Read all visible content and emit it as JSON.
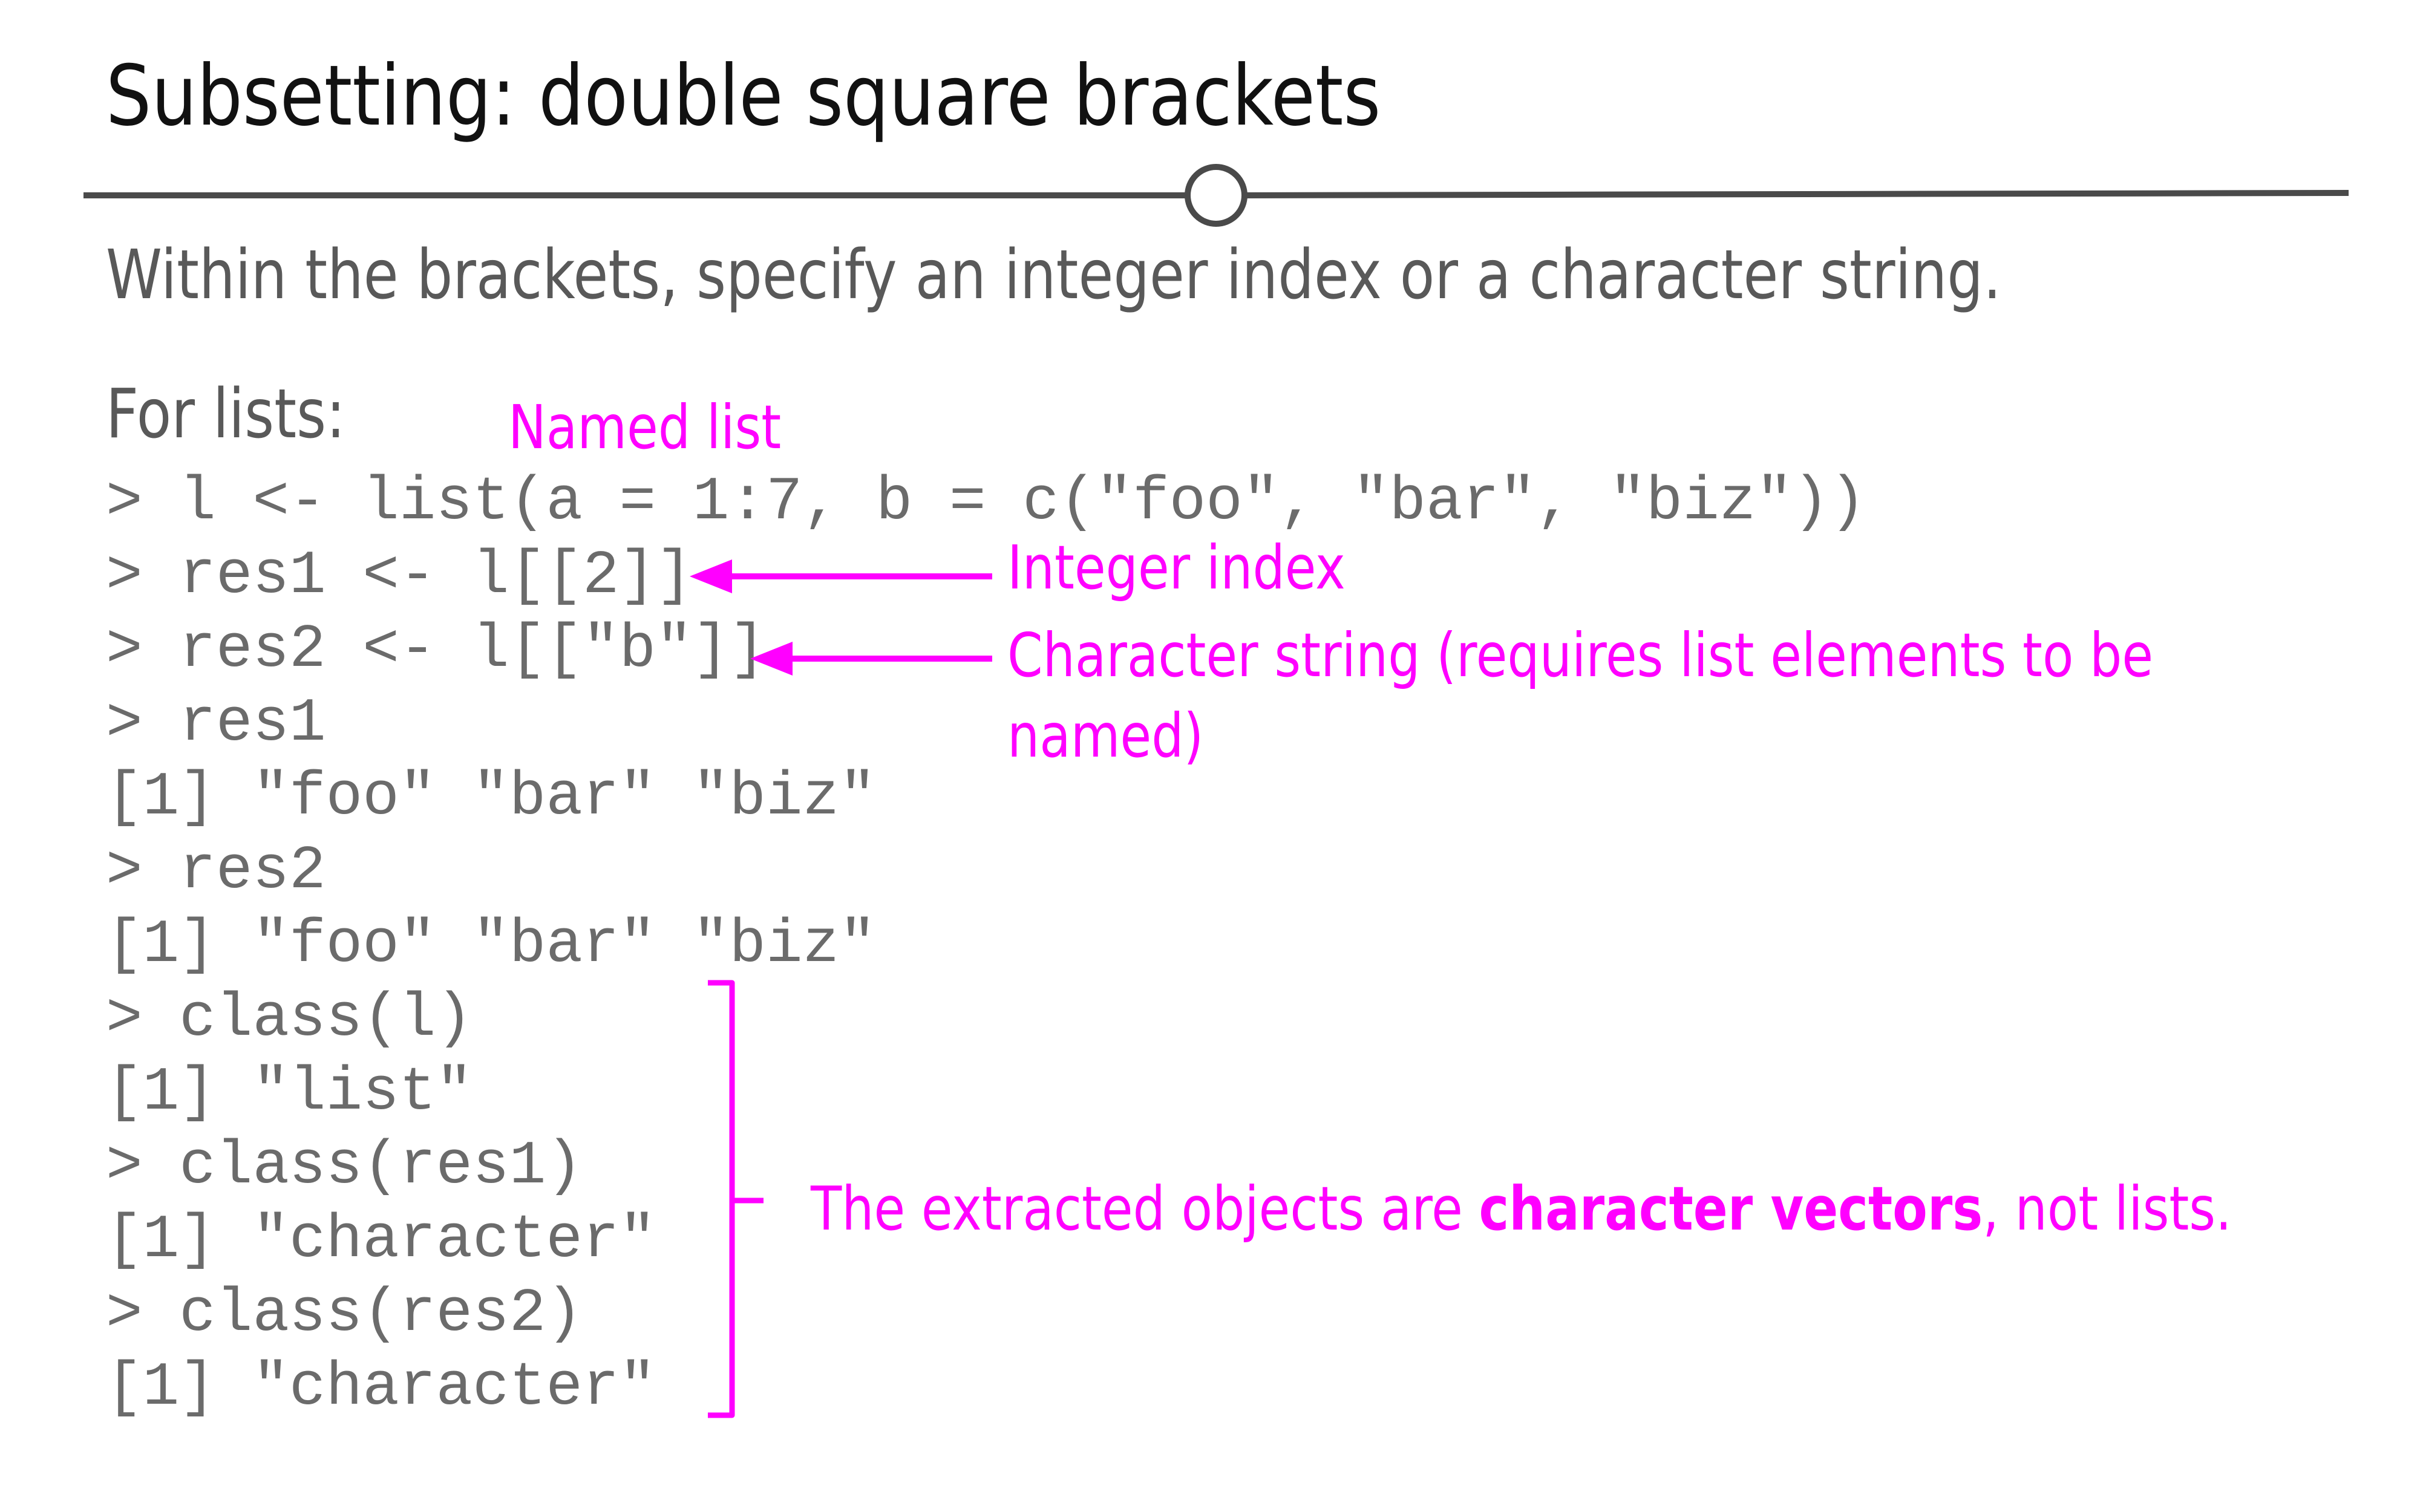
{
  "slide": {
    "title": "Subsetting: double square brackets",
    "subtitle": "Within the brackets, specify an integer index or a character string.",
    "section_label": "For lists:"
  },
  "code_lines": [
    "> l <- list(a = 1:7, b = c(\"foo\", \"bar\", \"biz\"))",
    "> res1 <- l[[2]]",
    "> res2 <- l[[\"b\"]]",
    "> res1",
    "[1] \"foo\" \"bar\" \"biz\"",
    "> res2",
    "[1] \"foo\" \"bar\" \"biz\"",
    "> class(l)",
    "[1] \"list\"",
    "> class(res1)",
    "[1] \"character\"",
    "> class(res2)",
    "[1] \"character\""
  ],
  "annotations": {
    "named_list": "Named list",
    "integer_index": "Integer index",
    "character_string_line1": "Character string (requires list elements to be",
    "character_string_line2": "named)",
    "vectors_prefix": "The extracted objects are ",
    "vectors_bold": "character vectors",
    "vectors_suffix": ", not lists."
  },
  "colors": {
    "annotation": "#ff00ff",
    "code": "#6b6b6b",
    "title": "#111111",
    "divider": "#4a4a4a"
  }
}
